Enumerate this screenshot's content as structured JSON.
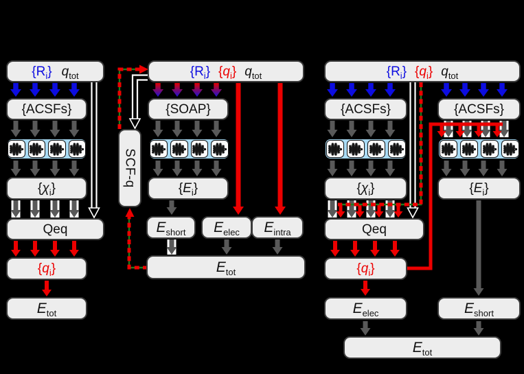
{
  "tokens": {
    "Ri": {
      "open": "{",
      "main": "R",
      "sub": "i",
      "close": "}"
    },
    "qi": {
      "open": "{",
      "main": "q",
      "sub": "i",
      "close": "}"
    },
    "qtot": {
      "main": "q",
      "sub": "tot"
    },
    "acsfs": {
      "main": "{ACSFs}"
    },
    "soap": {
      "main": "{SOAP}"
    },
    "chi": {
      "open": "{",
      "main": "χ",
      "sub": "i",
      "close": "}"
    },
    "Eset": {
      "open": "{",
      "main": "E",
      "sub": "i",
      "close": "}"
    },
    "qeq": {
      "main": "Qeq"
    },
    "scfq": {
      "main": "SCF-q"
    },
    "Etot": {
      "main": "E",
      "sub": "tot"
    },
    "Eshort": {
      "main": "E",
      "sub": "short"
    },
    "Eelec": {
      "main": "E",
      "sub": "elec"
    },
    "Eintra": {
      "main": "E",
      "sub": "intra"
    }
  },
  "colors": {
    "background": "#000000",
    "box_fill": "#ededed",
    "box_border": "#3c3c3c",
    "text": "#111111",
    "blue": "#0d0de0",
    "red": "#ec0000",
    "gray": "#595959",
    "white": "#ffffff",
    "green": "#1e7c1e",
    "nn_container_fill": "#a9dbf5",
    "nn_chip_fill": "#fbfbfb",
    "gradient_top": "#e00000",
    "gradient_bottom": "#1a12d8",
    "pipe_head": "#000000"
  },
  "icons": {
    "neural_network": "mlp-glyph"
  }
}
